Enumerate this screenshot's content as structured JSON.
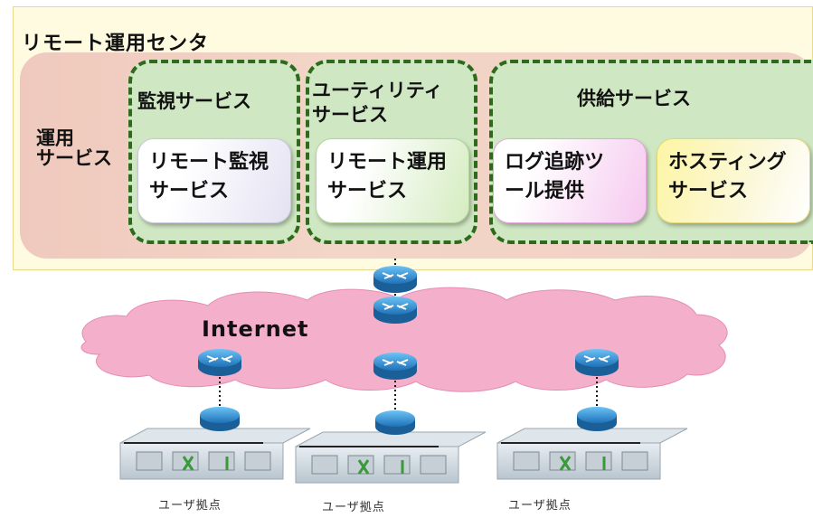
{
  "center": {
    "title": "リモート運用センタ"
  },
  "operations": {
    "label_line1": "運用",
    "label_line2": "サービス"
  },
  "groups": {
    "monitoring": {
      "title": "監視サービス"
    },
    "utility": {
      "title_line1": "ユーティリティ",
      "title_line2": "サービス"
    },
    "supply": {
      "title": "供給サービス"
    }
  },
  "cards": {
    "remote_monitoring": {
      "line1": "リモート監視",
      "line2": "サービス"
    },
    "remote_operations": {
      "line1": "リモート運用",
      "line2": "サービス"
    },
    "log_tracking": {
      "line1": "ログ追跡ツ",
      "line2": "ール提供"
    },
    "hosting": {
      "line1": "ホスティング",
      "line2": "サービス"
    }
  },
  "network": {
    "internet_label": "Internet",
    "sites": [
      "ユーザ拠点",
      "ユーザ拠点",
      "ユーザ拠点"
    ]
  },
  "colors": {
    "group_border": "#2f6a1c",
    "cloud": "#f2a8c8",
    "router": "#2f8fd4"
  }
}
